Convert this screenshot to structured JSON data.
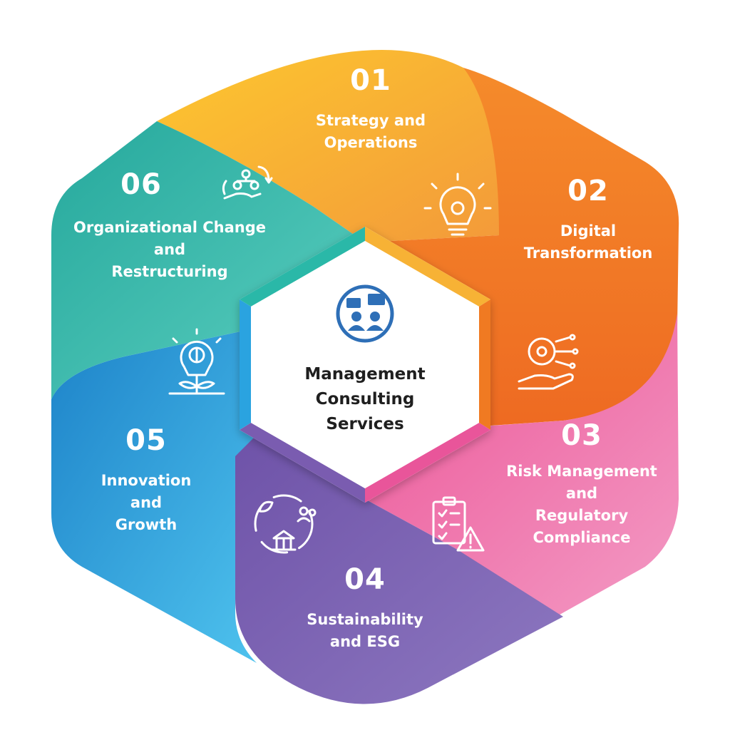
{
  "center": {
    "line1": "Management",
    "line2": "Consulting",
    "line3": "Services",
    "icon": "consulting-meeting-icon"
  },
  "segments": [
    {
      "number": "01",
      "label": "Strategy and Operations",
      "lines": [
        "Strategy and",
        "Operations"
      ],
      "icon": "lightbulb-gear-icon",
      "color": "#F7A93B"
    },
    {
      "number": "02",
      "label": "Digital Transformation",
      "lines": [
        "Digital",
        "Transformation"
      ],
      "icon": "hand-gear-circuit-icon",
      "color": "#F07A24"
    },
    {
      "number": "03",
      "label": "Risk Management and Regulatory Compliance",
      "lines": [
        "Risk Management",
        "and",
        "Regulatory",
        "Compliance"
      ],
      "icon": "clipboard-warning-icon",
      "color": "#E9559A"
    },
    {
      "number": "04",
      "label": "Sustainability and ESG",
      "lines": [
        "Sustainability",
        "and ESG"
      ],
      "icon": "leaf-building-people-icon",
      "color": "#7A5BB0"
    },
    {
      "number": "05",
      "label": "Innovation and Growth",
      "lines": [
        "Innovation",
        "and",
        "Growth"
      ],
      "icon": "lightbulb-dollar-plant-icon",
      "color": "#2BA3E0"
    },
    {
      "number": "06",
      "label": "Organizational Change and Restructuring",
      "lines": [
        "Organizational Change",
        "and",
        "Restructuring"
      ],
      "icon": "org-chart-hand-icon",
      "color": "#2BB8A8"
    }
  ]
}
